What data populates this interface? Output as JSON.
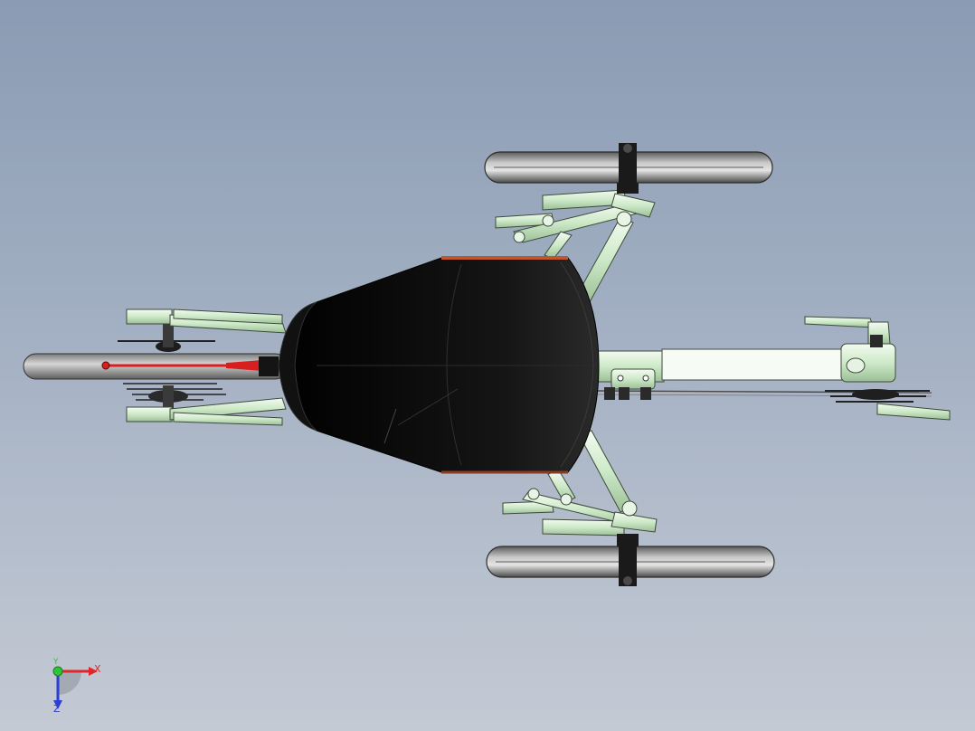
{
  "viewport": {
    "background_top": "#8a9bb3",
    "background_bottom": "#c4cad4"
  },
  "model": {
    "colors": {
      "frame": "#c9e6c3",
      "frame_edge": "#3d4a3a",
      "body_shell": "#0b0b0b",
      "body_rim": "#c0562e",
      "tire": "#8f8f8f",
      "hub": "#1a1a1a",
      "drive_line": "#d81e1e"
    },
    "parts": [
      "rear-wheel",
      "body-shell",
      "left-front-wheel",
      "right-front-wheel",
      "pedal-boom",
      "seat-frame",
      "steering-linkage",
      "chainring"
    ]
  },
  "triad": {
    "x_label": "X",
    "y_label": "Y",
    "z_label": "Z",
    "x_color": "#e0262a",
    "y_color": "#2ec43a",
    "z_color": "#2a3fd6"
  }
}
